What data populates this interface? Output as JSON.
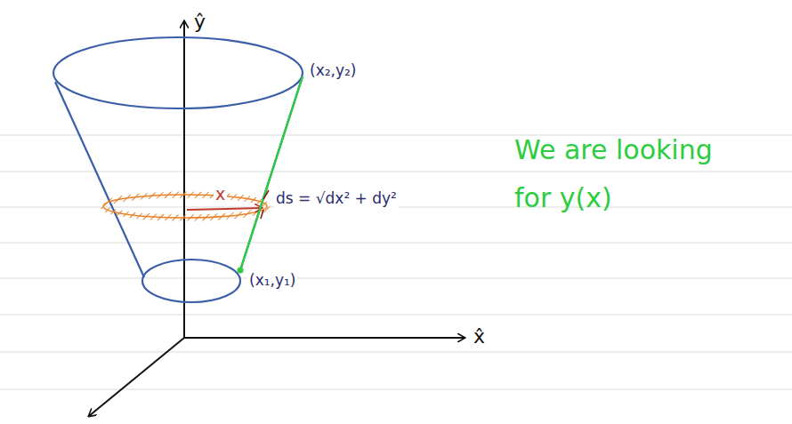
{
  "diagram": {
    "labels": [
      "ŷ",
      "x̂",
      "(x₂,y₂)",
      "x",
      "ds = √dx² + dy²",
      "(x₁,y₁)",
      "We are looking for y(x)"
    ]
  }
}
